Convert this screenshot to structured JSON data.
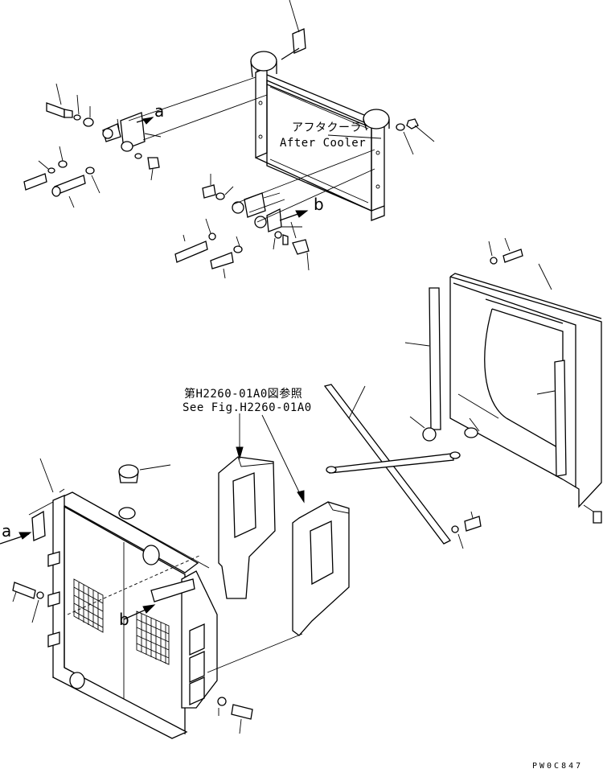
{
  "annotations": {
    "aftercooler_jp": "アフタクーラ",
    "aftercooler_en": "After Cooler",
    "ref_jp": "第H2260-01A0図参照",
    "ref_en": "See Fig.H2260-01A0",
    "ref_a_top": "a",
    "ref_b_top": "b",
    "ref_a_bottom": "a",
    "ref_b_bottom": "b"
  },
  "figure_code": "PW0C847",
  "colors": {
    "line": "#000000",
    "background": "#ffffff"
  }
}
